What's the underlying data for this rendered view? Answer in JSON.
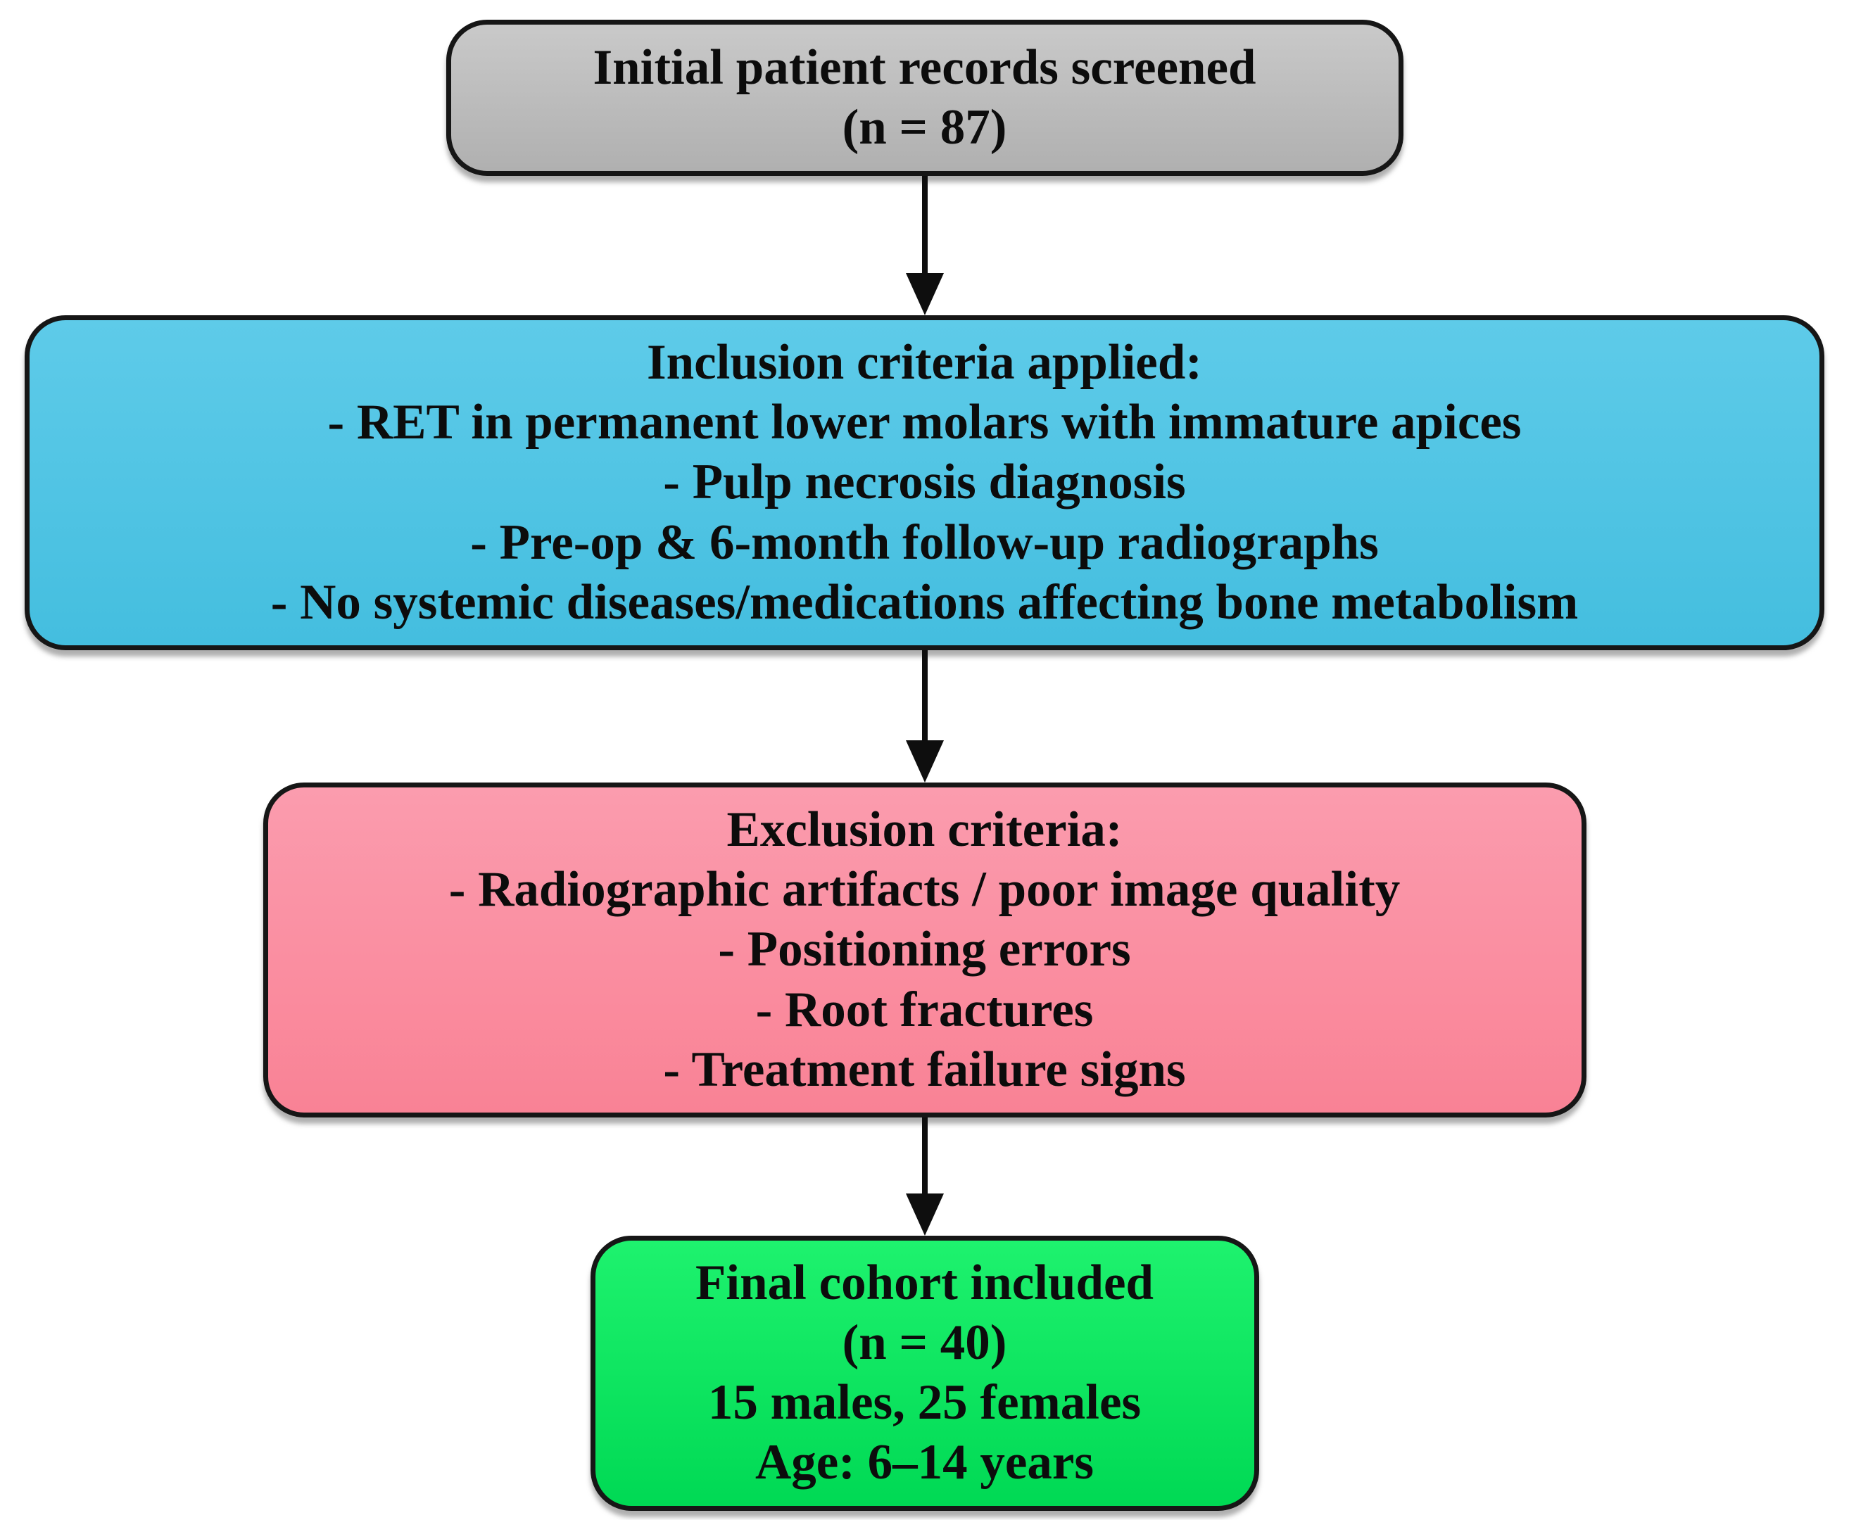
{
  "flowchart": {
    "background_color": "#ffffff",
    "text_color": "#0c0c0c",
    "border_color": "#161616",
    "nodes": [
      {
        "id": "initial-records",
        "fill_color": "#bebebe",
        "lines": [
          "Initial patient records screened",
          "(n = 87)"
        ]
      },
      {
        "id": "inclusion-criteria",
        "fill_color": "#52c5e6",
        "lines": [
          "Inclusion criteria applied:",
          "- RET in permanent lower molars with immature apices",
          "- Pulp necrosis diagnosis",
          "- Pre-op & 6-month follow-up radiographs",
          "- No systemic diseases/medications affecting bone metabolism"
        ]
      },
      {
        "id": "exclusion-criteria",
        "fill_color": "#fb92a4",
        "lines": [
          "Exclusion criteria:",
          "- Radiographic artifacts / poor image quality",
          "- Positioning errors",
          "- Root fractures",
          "- Treatment failure signs"
        ]
      },
      {
        "id": "final-cohort",
        "fill_color": "#00ee5e",
        "lines": [
          "Final cohort included",
          "(n = 40)",
          "15 males, 25 females",
          "Age: 6–14 years"
        ]
      }
    ],
    "edges": [
      {
        "from": "initial-records",
        "to": "inclusion-criteria",
        "style": "arrow-down"
      },
      {
        "from": "inclusion-criteria",
        "to": "exclusion-criteria",
        "style": "arrow-down"
      },
      {
        "from": "exclusion-criteria",
        "to": "final-cohort",
        "style": "arrow-down"
      }
    ]
  }
}
